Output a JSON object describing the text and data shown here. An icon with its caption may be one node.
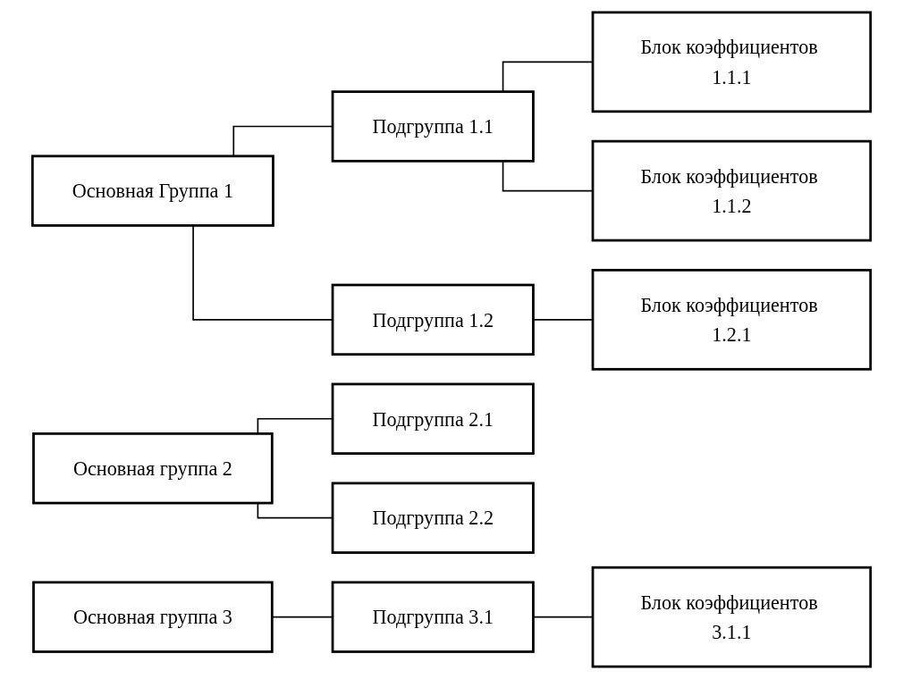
{
  "diagram": {
    "nodes": [
      {
        "text": [
          "Основная Группа 1"
        ]
      },
      {
        "text": [
          "Подгруппа 1.1"
        ]
      },
      {
        "text": [
          "Блок коэффициентов 1.1.1"
        ]
      },
      {
        "text": [
          "Блок коэффициентов 1.1.2"
        ]
      },
      {
        "text": [
          "Подгруппа 1.2"
        ]
      },
      {
        "text": [
          "Блок коэффициентов 1.2.1"
        ]
      },
      {
        "text": [
          "Основная группа 2"
        ]
      },
      {
        "text": [
          "Подгруппа 2.1"
        ]
      },
      {
        "text": [
          "Подгруппа 2.2"
        ]
      },
      {
        "text": [
          "Основная группа 3"
        ]
      },
      {
        "text": [
          "Подгруппа 3.1"
        ]
      },
      {
        "text": [
          "Блок коэффициентов 3.1.1"
        ]
      }
    ],
    "edges": [
      {
        "from": 0,
        "to": 1,
        "arrow": "none"
      },
      {
        "from": 1,
        "to": 2,
        "arrow": "none"
      },
      {
        "from": 1,
        "to": 3,
        "arrow": "none"
      },
      {
        "from": 0,
        "to": 4,
        "arrow": "none"
      },
      {
        "from": 4,
        "to": 5,
        "arrow": "none"
      },
      {
        "from": 6,
        "to": 7,
        "arrow": "none"
      },
      {
        "from": 6,
        "to": 8,
        "arrow": "none"
      },
      {
        "from": 9,
        "to": 10,
        "arrow": "none"
      },
      {
        "from": 10,
        "to": 11,
        "arrow": "none"
      }
    ]
  }
}
